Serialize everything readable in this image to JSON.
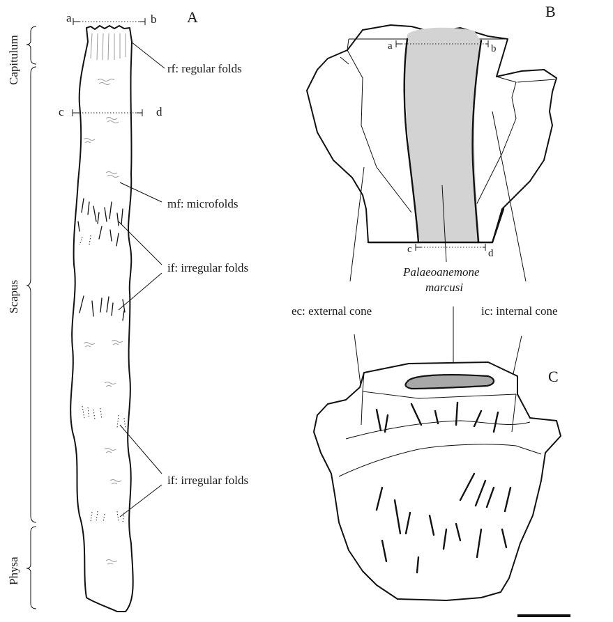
{
  "panels": {
    "a": "A",
    "b": "B",
    "c": "C"
  },
  "regions": {
    "capitulum": "Capitulum",
    "scapus": "Scapus",
    "physa": "Physa"
  },
  "section_marks": {
    "a": "a",
    "b": "b",
    "c": "c",
    "d": "d"
  },
  "labels": {
    "regular_folds": "rf: regular folds",
    "microfolds": "mf: microfolds",
    "irregular_folds_1": "if: irregular folds",
    "irregular_folds_2": "if: irregular folds",
    "species_line1": "Palaeoanemone",
    "species_line2": "marcusi",
    "external_cone": "ec: external cone",
    "internal_cone": "ic: internal cone"
  },
  "colors": {
    "fossil_fill": "#d3d3d3",
    "ink": "#111111",
    "fine_folds": "#9a9a9a"
  }
}
